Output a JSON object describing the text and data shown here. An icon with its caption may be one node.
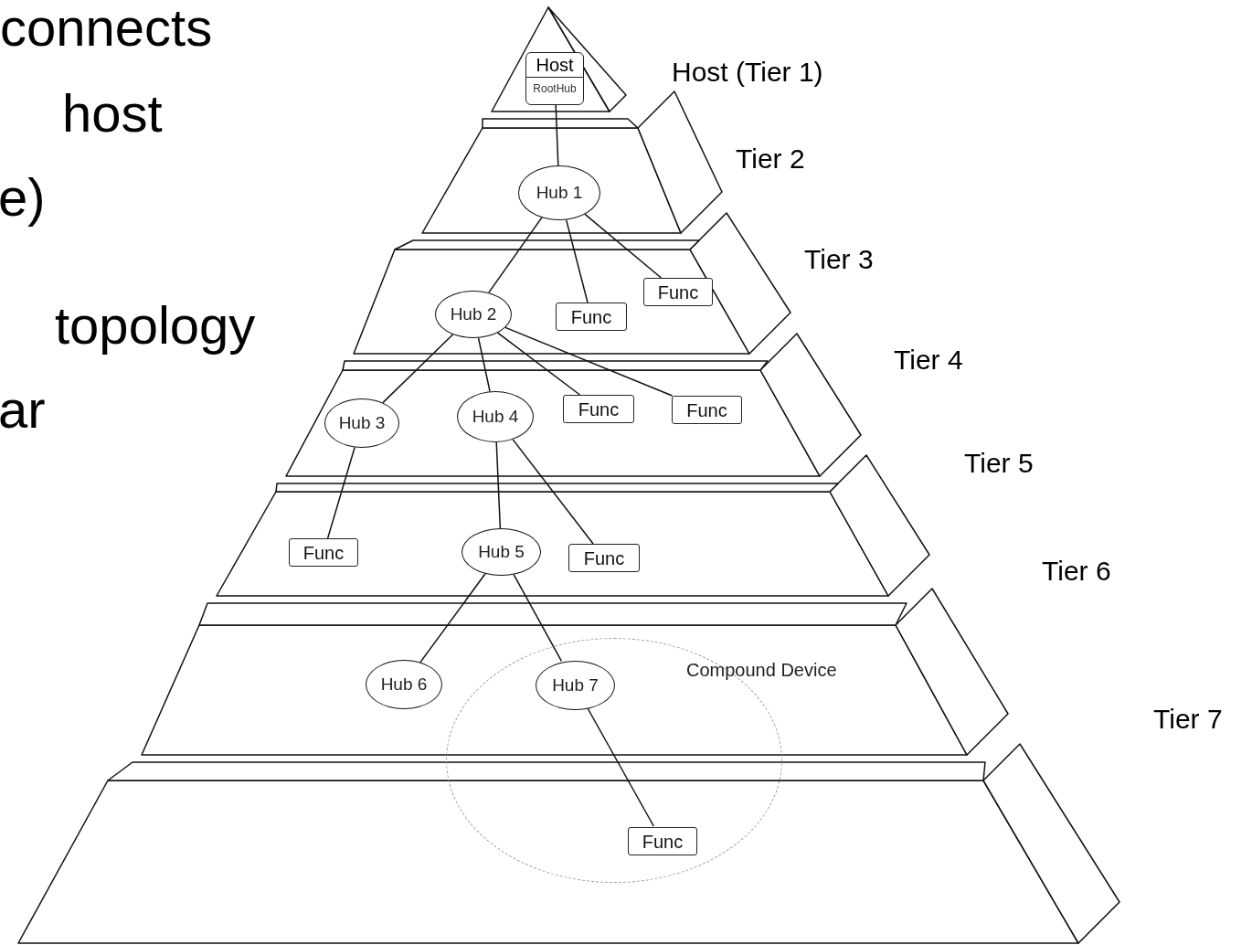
{
  "diagram": {
    "nodes": [
      {
        "text": [
          "Host",
          "RootHub"
        ]
      },
      {
        "text": [
          "Hub 1"
        ]
      },
      {
        "text": [
          "Func"
        ]
      },
      {
        "text": [
          "Func"
        ]
      },
      {
        "text": [
          "Hub 2"
        ]
      },
      {
        "text": [
          "Hub 3"
        ]
      },
      {
        "text": [
          "Hub 4"
        ]
      },
      {
        "text": [
          "Func"
        ]
      },
      {
        "text": [
          "Func"
        ]
      },
      {
        "text": [
          "Func"
        ]
      },
      {
        "text": [
          "Hub 5"
        ]
      },
      {
        "text": [
          "Func"
        ]
      },
      {
        "text": [
          "Hub 6"
        ]
      },
      {
        "text": [
          "Compound Device"
        ]
      },
      {
        "text": [
          "Hub 7"
        ],
        "in": 13
      },
      {
        "text": [
          "Func"
        ],
        "in": 13
      }
    ],
    "edges": [
      {
        "from": 0,
        "to": 1,
        "arrow": "none"
      },
      {
        "from": 1,
        "to": 4,
        "arrow": "none"
      },
      {
        "from": 1,
        "to": 2,
        "arrow": "none"
      },
      {
        "from": 1,
        "to": 3,
        "arrow": "none"
      },
      {
        "from": 4,
        "to": 5,
        "arrow": "none"
      },
      {
        "from": 4,
        "to": 6,
        "arrow": "none"
      },
      {
        "from": 4,
        "to": 7,
        "arrow": "none"
      },
      {
        "from": 4,
        "to": 8,
        "arrow": "none"
      },
      {
        "from": 5,
        "to": 9,
        "arrow": "none"
      },
      {
        "from": 6,
        "to": 10,
        "arrow": "none"
      },
      {
        "from": 6,
        "to": 11,
        "arrow": "none"
      },
      {
        "from": 10,
        "to": 12,
        "arrow": "none"
      },
      {
        "from": 10,
        "to": 14,
        "arrow": "none"
      },
      {
        "from": 14,
        "to": 15,
        "arrow": "none"
      }
    ],
    "labels": [
      "connects",
      "host",
      "e)",
      "topology",
      "ar",
      "Host (Tier 1)",
      "Tier 2",
      "Tier 3",
      "Tier 4",
      "Tier 5",
      "Tier 6",
      "Tier 7"
    ]
  }
}
